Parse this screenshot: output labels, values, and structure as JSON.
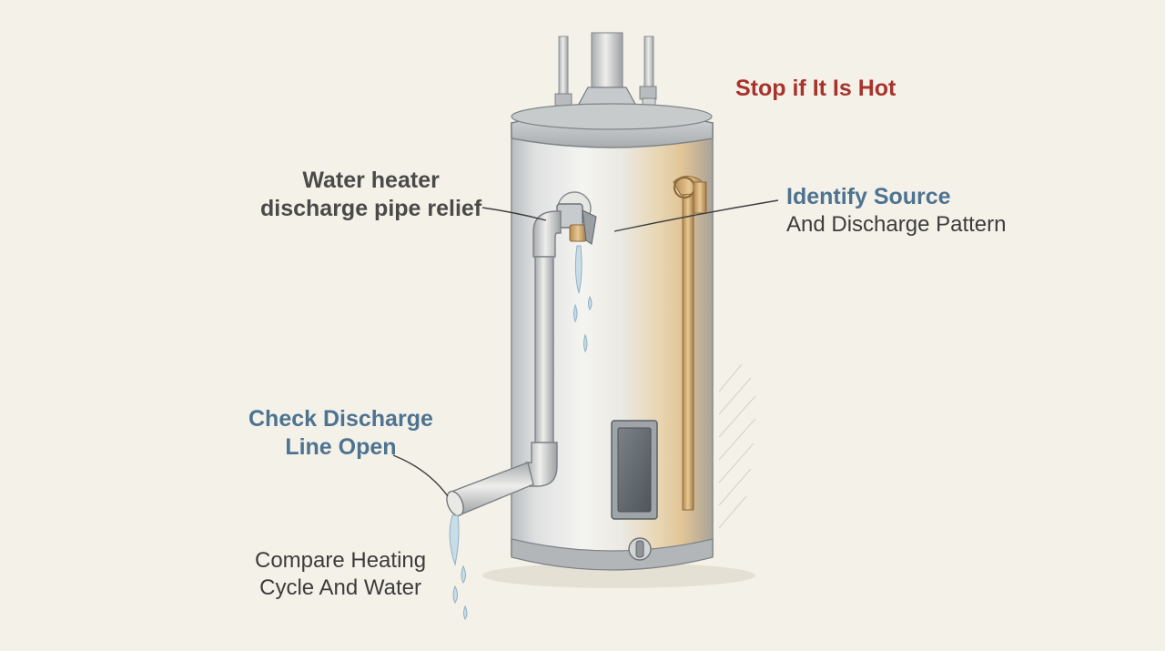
{
  "labels": {
    "stop_hot": "Stop if It Is Hot",
    "relief_line1": "Water heater",
    "relief_line2": "discharge pipe relief",
    "identify_title": "Identify Source",
    "identify_sub": "And Discharge Pattern",
    "check_line1": "Check Discharge",
    "check_line2": "Line Open",
    "compare_line1": "Compare Heating",
    "compare_line2": "Cycle And Water"
  },
  "colors": {
    "background": "#f4f1e8",
    "accent_blue": "#4d7391",
    "warning_red": "#a8322c",
    "text_dark": "#4a4a48"
  }
}
